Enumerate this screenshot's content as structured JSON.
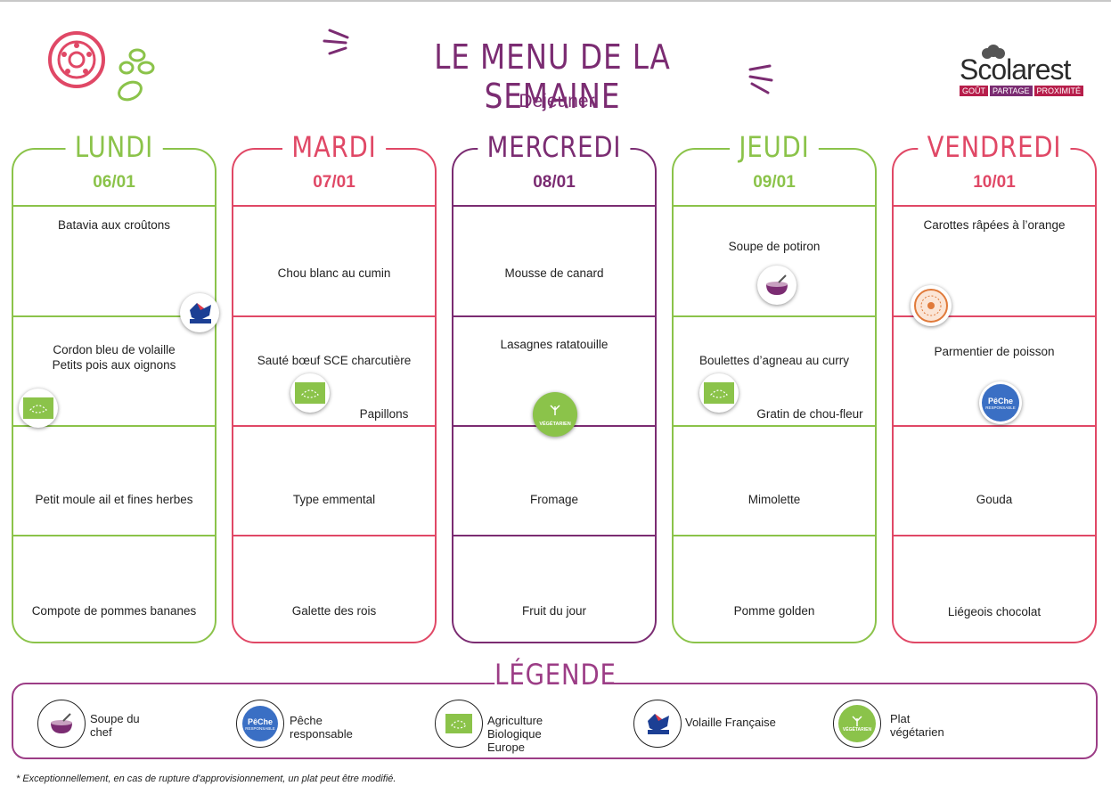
{
  "header": {
    "title": "LE MENU DE LA SEMAINE",
    "subtitle": "Déjeuner",
    "logo": {
      "name": "Scolarest",
      "tags": [
        "GOÛT",
        "PARTAGE",
        "PROXIMITÉ"
      ]
    }
  },
  "colors": {
    "green": "#8bc34a",
    "red": "#e04866",
    "purple": "#7b2c72"
  },
  "days": [
    {
      "name": "LUNDI",
      "date": "06/01",
      "color": "green",
      "dishes": [
        "Batavia aux croûtons",
        "Cordon bleu de volaille",
        "Petits pois aux oignons",
        "Petit moule ail et fines herbes",
        "Compote de pommes bananes"
      ],
      "badges": [
        "volaille-francaise",
        "agriculture-biologique"
      ]
    },
    {
      "name": "MARDI",
      "date": "07/01",
      "color": "red",
      "dishes": [
        "Chou blanc au cumin",
        "Sauté bœuf SCE charcutière",
        "Papillons",
        "Type emmental",
        "Galette des rois"
      ],
      "badges": [
        "agriculture-biologique"
      ]
    },
    {
      "name": "MERCREDI",
      "date": "08/01",
      "color": "purple",
      "dishes": [
        "Mousse de canard",
        "Lasagnes ratatouille",
        "Fromage",
        "Fruit du jour"
      ],
      "badges": [
        "vegetarien"
      ]
    },
    {
      "name": "JEUDI",
      "date": "09/01",
      "color": "green",
      "dishes": [
        "Soupe de potiron",
        "Boulettes d’agneau au curry",
        "Gratin de chou-fleur",
        "Mimolette",
        "Pomme golden"
      ],
      "badges": [
        "soupe-du-chef",
        "agriculture-biologique"
      ]
    },
    {
      "name": "VENDREDI",
      "date": "10/01",
      "color": "red",
      "dishes": [
        "Carottes râpées à l’orange",
        "Parmentier de poisson",
        "Gouda",
        "Liégeois chocolat"
      ],
      "badges": [
        "label-local",
        "peche-responsable"
      ]
    }
  ],
  "legend": {
    "title": "LÉGENDE",
    "items": [
      {
        "icon": "soupe-du-chef",
        "label": [
          "Soupe du",
          "chef"
        ]
      },
      {
        "icon": "peche-responsable",
        "label": [
          "Pêche",
          "responsable"
        ]
      },
      {
        "icon": "agriculture-biologique",
        "label": [
          "Agriculture",
          "Biologique",
          "Europe"
        ]
      },
      {
        "icon": "volaille-francaise",
        "label": [
          "Volaille Française"
        ]
      },
      {
        "icon": "vegetarien",
        "label": [
          "Plat",
          "végétarien"
        ]
      }
    ]
  },
  "badge_text": {
    "vegetarien": "VÉGÉTARIEN",
    "peche": "PêChe",
    "peche_sub": "RESPONSABLE"
  },
  "footnote": "* Exceptionnellement, en cas de rupture d'approvisionnement, un plat peut être modifié."
}
